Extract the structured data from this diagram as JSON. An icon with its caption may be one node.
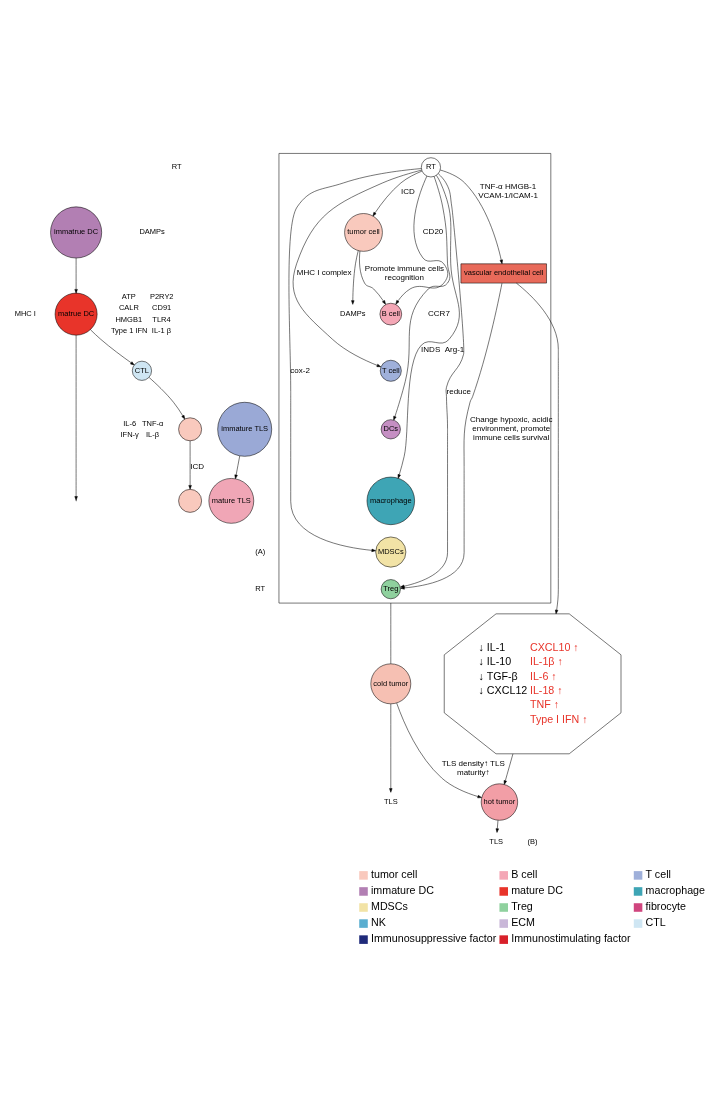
{
  "diagram": {
    "nodes": [
      {
        "text": [],
        "shape": "circle"
      },
      {
        "text": [],
        "shape": "circle"
      },
      {
        "text": [
          "immatrue DC"
        ]
      },
      {
        "text": [
          "matrue DC"
        ]
      },
      {
        "text": [
          "CTL"
        ]
      },
      {
        "text": [
          "immature TLS"
        ]
      },
      {
        "text": [
          "mature TLS"
        ]
      },
      {
        "text": [],
        "shape": "box"
      },
      {
        "text": [
          "tumor cell"
        ],
        "in": 7
      },
      {
        "text": [
          "DAMPs"
        ],
        "in": 7
      },
      {
        "text": [
          "RT"
        ],
        "in": 7
      },
      {
        "text": [
          "vascular endothelial cell"
        ],
        "in": 7
      },
      {
        "text": [
          "B cell"
        ],
        "in": 7
      },
      {
        "text": [
          "T cell"
        ],
        "in": 7
      },
      {
        "text": [
          "DCs"
        ],
        "in": 7
      },
      {
        "text": [
          "macrophage"
        ],
        "in": 7
      },
      {
        "text": [
          "MDSCs"
        ],
        "in": 7
      },
      {
        "text": [
          "Treg"
        ],
        "in": 7
      },
      {
        "text": [
          "cold tumor"
        ]
      },
      {
        "text": [
          "TLS"
        ]
      },
      {
        "text": [
          "hot tumor"
        ]
      },
      {
        "text": [
          "TLS"
        ]
      },
      {
        "text": [
          "CXCL10 ↑",
          "IL-1β ↑",
          "IL-6 ↑",
          "IL-18 ↑",
          "TNF ↑",
          "Type I IFN ↑",
          "↓ IL-1",
          "↓ IL-10",
          "↓ TGF-β",
          "↓ CXCL12"
        ]
      }
    ],
    "edges": [
      {
        "from": 0,
        "to": 1,
        "arrow": "to",
        "label": "ICD"
      },
      {
        "from": 2,
        "to": 3,
        "arrow": "to"
      },
      {
        "from": 3,
        "to": 4,
        "arrow": "to"
      },
      {
        "from": 4,
        "to": 0,
        "arrow": "to"
      },
      {
        "from": 3,
        "to": null,
        "arrow": "to"
      },
      {
        "from": 5,
        "to": 6,
        "arrow": "to"
      },
      {
        "from": 10,
        "to": 8,
        "arrow": "to",
        "label": "ICD"
      },
      {
        "from": 8,
        "to": 9,
        "arrow": "to"
      },
      {
        "from": 10,
        "to": 11,
        "arrow": "to",
        "label": "TNF-α HMGB-1 VCAM-1/ICAM-1"
      },
      {
        "from": 10,
        "to": 12,
        "arrow": "to",
        "label": "CD20"
      },
      {
        "from": 10,
        "to": 13,
        "arrow": "to",
        "label": "MHC I complex"
      },
      {
        "from": 10,
        "to": 14,
        "arrow": "to",
        "label": "CCR7"
      },
      {
        "from": 10,
        "to": 15,
        "arrow": "to",
        "label": "INDS  Arg-1"
      },
      {
        "from": 10,
        "to": 16,
        "arrow": "to",
        "label": "cox-2"
      },
      {
        "from": 10,
        "to": 17,
        "arrow": "to",
        "label": "reduce"
      },
      {
        "from": 8,
        "to": 12,
        "arrow": "to",
        "label": "Promote immune cells recognition"
      },
      {
        "from": 11,
        "to": 17,
        "arrow": "to",
        "label": "Change hypoxic, acidic environment, promote immune cells survival"
      },
      {
        "from": 11,
        "to": 22,
        "arrow": "to"
      },
      {
        "from": 7,
        "to": 18,
        "arrow": "none"
      },
      {
        "from": 18,
        "to": 19,
        "arrow": "to"
      },
      {
        "from": 18,
        "to": 20,
        "arrow": "to",
        "label": "TLS density↑ TLS maturity↑"
      },
      {
        "from": 20,
        "to": 21,
        "arrow": "to"
      },
      {
        "from": 22,
        "to": 20,
        "arrow": "to"
      }
    ],
    "labels": [
      "RT",
      "DAMPs",
      "ATP",
      "P2RY2",
      "CALR",
      "CD91",
      "HMGB1",
      "TLR4",
      "Type 1 IFN",
      "IL-1 β",
      "IL-6",
      "TNF-α",
      "IFN-γ",
      "IL-β",
      "MHC I",
      "(A)",
      "RT",
      "(B)"
    ],
    "legend": [
      {
        "text": "tumor cell"
      },
      {
        "text": "B cell"
      },
      {
        "text": "T cell"
      },
      {
        "text": "immature DC"
      },
      {
        "text": "mature DC"
      },
      {
        "text": "macrophage"
      },
      {
        "text": "MDSCs"
      },
      {
        "text": "Treg"
      },
      {
        "text": "fibrocyte"
      },
      {
        "text": "NK"
      },
      {
        "text": "ECM"
      },
      {
        "text": "CTL"
      },
      {
        "text": "Immunosuppressive factor"
      },
      {
        "text": "Immunostimulating factor"
      }
    ]
  }
}
